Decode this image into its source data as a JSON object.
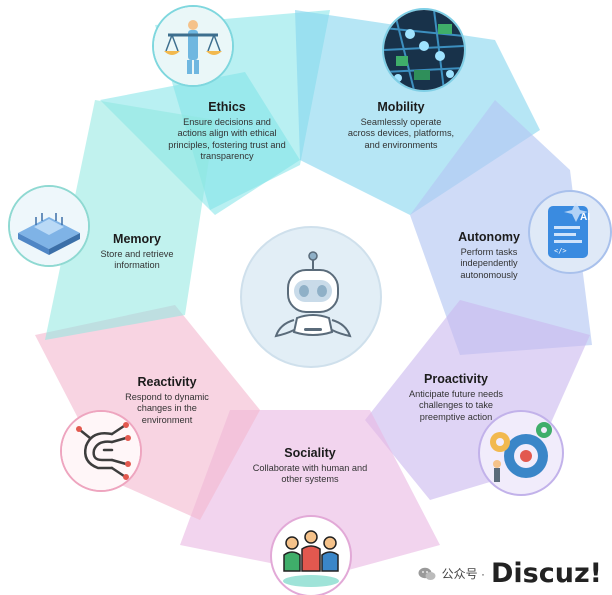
{
  "segments": [
    {
      "id": "ethics",
      "title": "Ethics",
      "desc": "Ensure decisions and actions align with ethical principles, fostering trust and transparency",
      "color": "#7fe3e8"
    },
    {
      "id": "mobility",
      "title": "Mobility",
      "desc": "Seamlessly operate across devices, platforms, and environments",
      "color": "#86d6ee"
    },
    {
      "id": "autonomy",
      "title": "Autonomy",
      "desc": "Perform tasks independently autonomously",
      "color": "#b5c8f3"
    },
    {
      "id": "proactivity",
      "title": "Proactivity",
      "desc": "Anticipate future needs challenges to take preemptive action",
      "color": "#c9b8ef"
    },
    {
      "id": "sociality",
      "title": "Sociality",
      "desc": "Collaborate with human and other systems",
      "color": "#eab7e2"
    },
    {
      "id": "reactivity",
      "title": "Reactivity",
      "desc": "Respond to dynamic changes in the environment",
      "color": "#f4b8cf"
    },
    {
      "id": "memory",
      "title": "Memory",
      "desc": "Store and retrieve information",
      "color": "#8ee8e0"
    }
  ],
  "icons": {
    "ethics": "scales-icon",
    "mobility": "network-map-icon",
    "autonomy": "ai-document-icon",
    "proactivity": "gears-icon",
    "sociality": "team-icon",
    "reactivity": "circuit-icon",
    "memory": "chip-icon",
    "center": "robot-icon"
  },
  "watermark": {
    "text": "公众号 ·",
    "brand": "Discuz!"
  }
}
